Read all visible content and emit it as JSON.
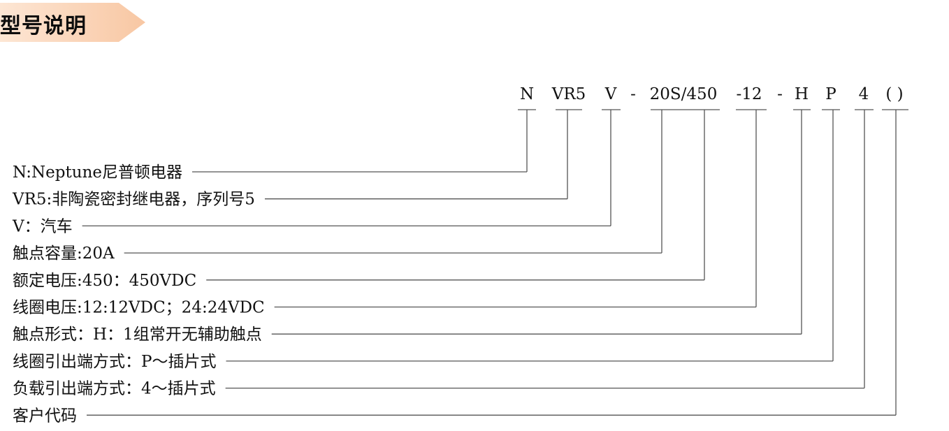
{
  "header": {
    "title": "型号说明",
    "accent_color": "#f8c7a3",
    "accent_color_light": "#fde6d4"
  },
  "line_color": "#555555",
  "model_code": [
    {
      "id": "n",
      "text": "N"
    },
    {
      "id": "vr5",
      "text": "VR5"
    },
    {
      "id": "v",
      "text": "V"
    },
    {
      "id": "dash1",
      "text": "-"
    },
    {
      "id": "20s450",
      "text": "20S/450"
    },
    {
      "id": "dash12",
      "text": "-12"
    },
    {
      "id": "dash2",
      "text": "-"
    },
    {
      "id": "h",
      "text": "H"
    },
    {
      "id": "p",
      "text": "P"
    },
    {
      "id": "4",
      "text": "4"
    },
    {
      "id": "paren",
      "text": "( )"
    }
  ],
  "descriptions": [
    {
      "text": "N:Neptune尼普顿电器",
      "code": "n"
    },
    {
      "text": "VR5:非陶瓷密封继电器，序列号5",
      "code": "vr5"
    },
    {
      "text": "V：汽车",
      "code": "v"
    },
    {
      "text": "触点容量:20A",
      "code": "20s450_a"
    },
    {
      "text": "额定电压:450：450VDC",
      "code": "20s450_b"
    },
    {
      "text": "线圈电压:12:12VDC；24:24VDC",
      "code": "dash12"
    },
    {
      "text": "触点形式：H：1组常开无辅助触点",
      "code": "h"
    },
    {
      "text": "线圈引出端方式：P～插片式",
      "code": "p"
    },
    {
      "text": "负载引出端方式：4～插片式",
      "code": "4"
    },
    {
      "text": "客户代码",
      "code": "paren"
    }
  ]
}
